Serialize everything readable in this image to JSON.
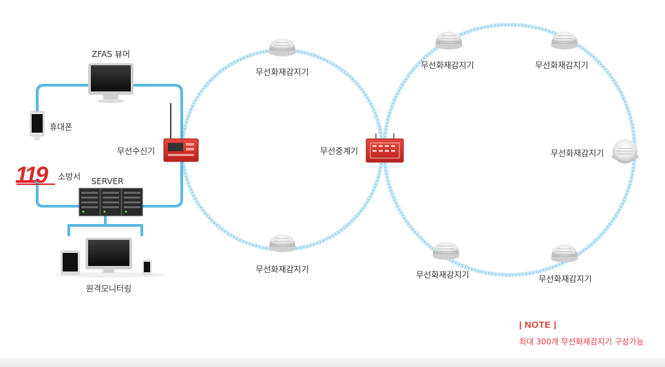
{
  "labels": {
    "zfas_viewer": "ZFAS 뷰어",
    "mobile": "휴대폰",
    "fire_station": "소방서",
    "server": "SERVER",
    "remote_monitoring": "원격모니터링",
    "receiver": "무선수신기",
    "repeater": "무선중계기",
    "detector": "무선화재감지기"
  },
  "fire_logo_text": "119",
  "note": {
    "title": "| NOTE |",
    "text": "최대 300개 무선화재감지기 구성가능"
  },
  "colors": {
    "link_blue": "#5ab8e0",
    "ring_blue": "#9fd8ee",
    "panel_red": "#d8332c",
    "note_red": "#e03a3a"
  }
}
